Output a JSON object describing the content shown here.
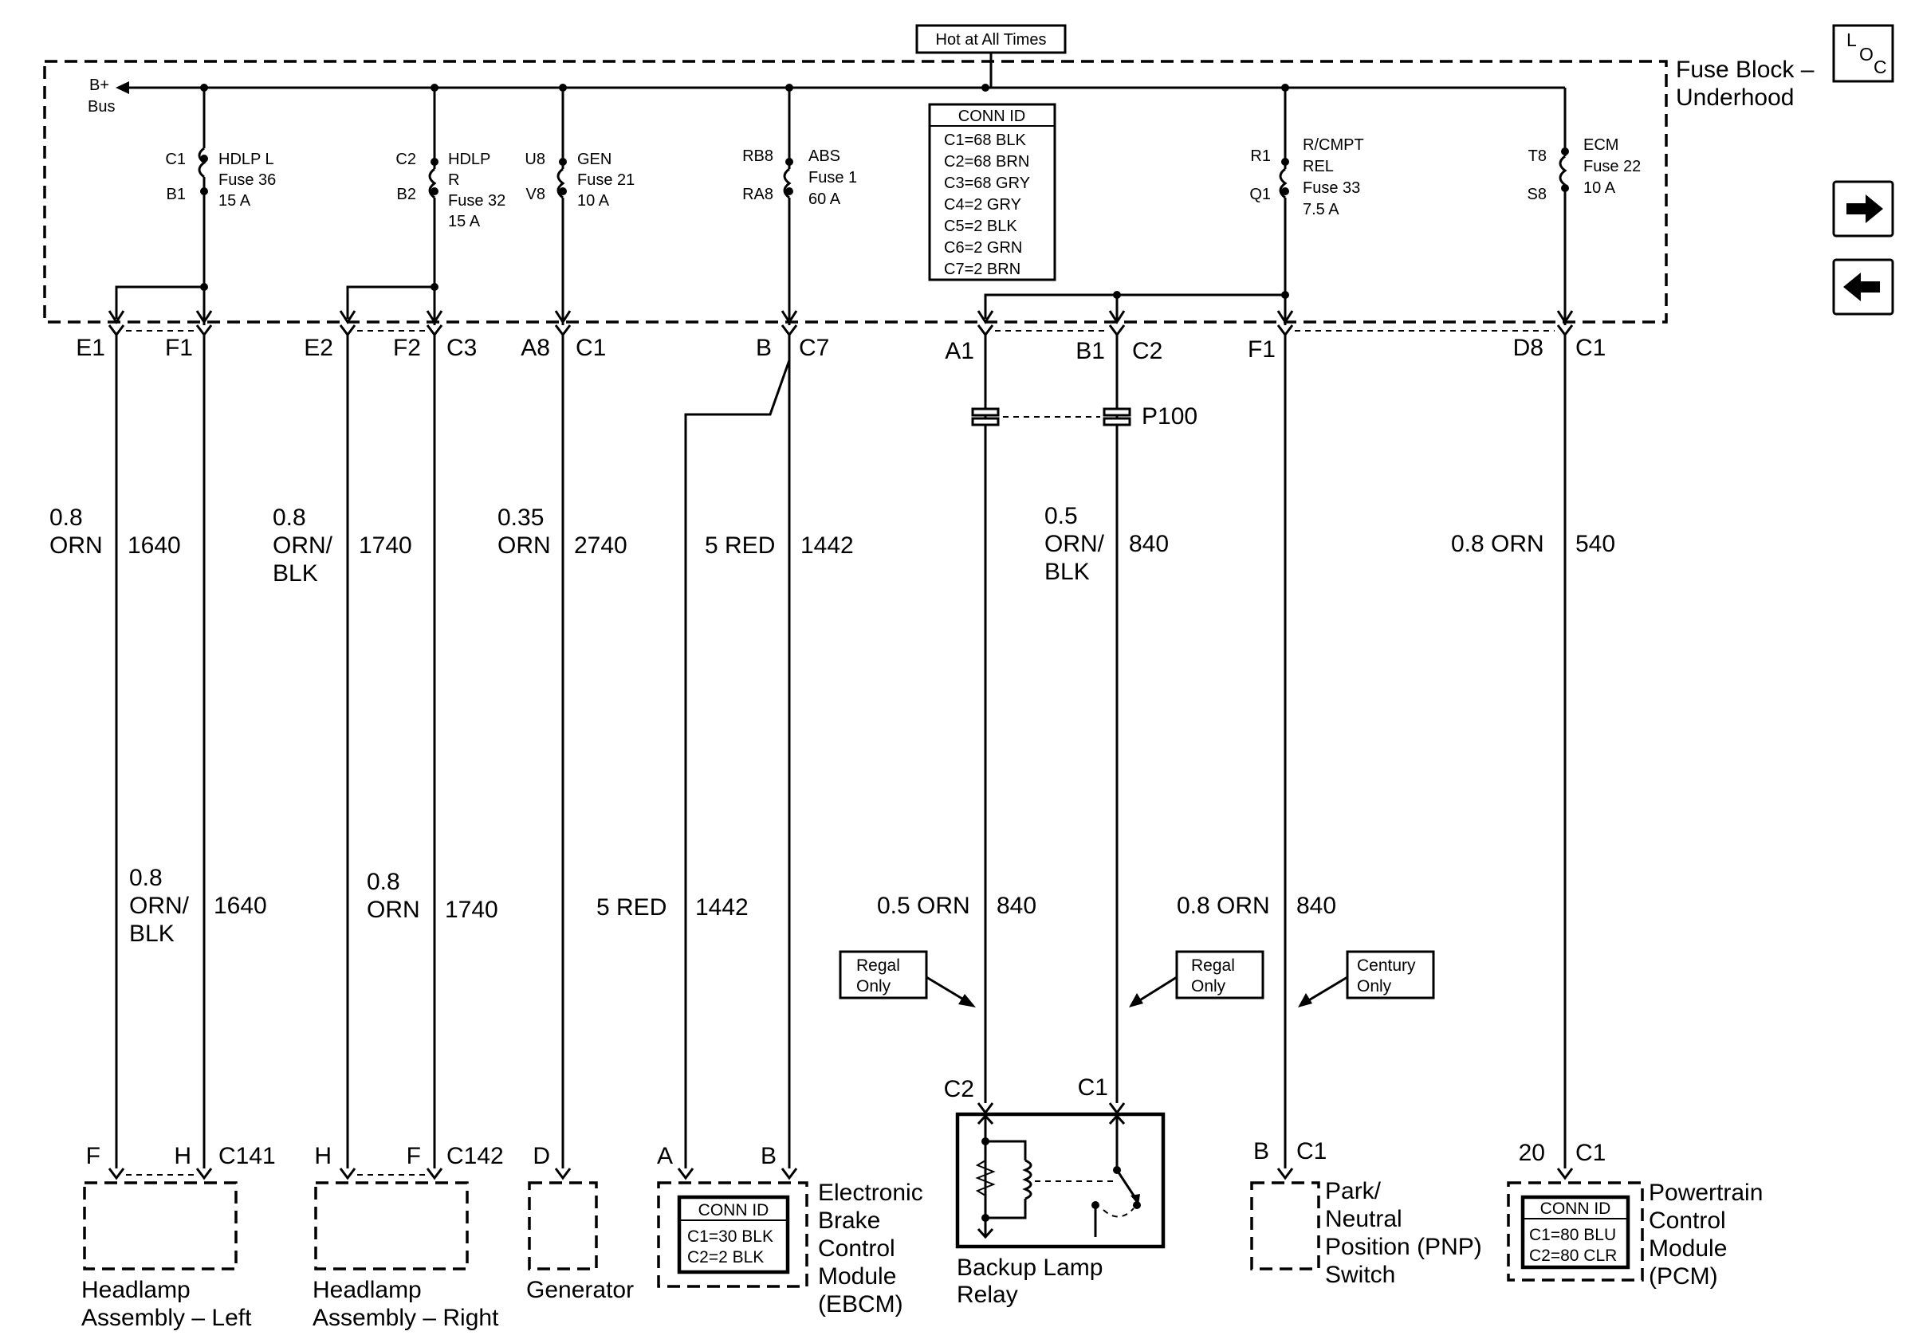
{
  "header": {
    "hot_label": "Hot at All Times",
    "fuse_block": [
      "Fuse Block –",
      "Underhood"
    ],
    "bus": [
      "B+",
      "Bus"
    ]
  },
  "loc_button": {
    "l": "L",
    "o": "O",
    "c": "C"
  },
  "nav": {
    "next_icon": "right-arrow-icon",
    "prev_icon": "left-arrow-icon"
  },
  "fuses": [
    {
      "top": "C1",
      "bottom": "B1",
      "label": [
        "HDLP L",
        "Fuse 36",
        "15 A"
      ]
    },
    {
      "top": "C2",
      "bottom": "B2",
      "label": [
        "HDLP",
        "R",
        "Fuse 32",
        "15 A"
      ]
    },
    {
      "top": "U8",
      "bottom": "V8",
      "label": [
        "GEN",
        "Fuse 21",
        "10 A"
      ]
    },
    {
      "top": "RB8",
      "bottom": "RA8",
      "label": [
        "ABS",
        "Fuse 1",
        "60 A"
      ]
    },
    {
      "top": "R1",
      "bottom": "Q1",
      "label": [
        "R/CMPT",
        "REL",
        "Fuse 33",
        "7.5 A"
      ]
    },
    {
      "top": "T8",
      "bottom": "S8",
      "label": [
        "ECM",
        "Fuse 22",
        "10 A"
      ]
    }
  ],
  "conn_fuse_block": {
    "title": "CONN ID",
    "rows": [
      "C1=68 BLK",
      "C2=68 BRN",
      "C3=68 GRY",
      "C4=2 GRY",
      "C5=2 BLK",
      "C6=2 GRN",
      "C7=2 BRN"
    ]
  },
  "pins_top": [
    "E1",
    "F1",
    "E2",
    "F2",
    "C3",
    "A8",
    "C1",
    "B",
    "C7",
    "A1",
    "B1",
    "C2",
    "F1",
    "D8",
    "C1"
  ],
  "splice": "P100",
  "wires_upper": [
    {
      "color": [
        "0.8",
        "ORN"
      ],
      "circuit": "1640"
    },
    {
      "color": [
        "0.8",
        "ORN/",
        "BLK"
      ],
      "circuit": "1740"
    },
    {
      "color": [
        "0.35",
        "ORN"
      ],
      "circuit": "2740"
    },
    {
      "color": [
        "5 RED"
      ],
      "circuit": "1442"
    },
    {
      "color": [
        "0.5",
        "ORN/",
        "BLK"
      ],
      "circuit": "840"
    },
    {
      "color": [
        "0.8 ORN"
      ],
      "circuit": "540"
    }
  ],
  "wires_lower": [
    {
      "color": [
        "0.8",
        "ORN/",
        "BLK"
      ],
      "circuit": "1640"
    },
    {
      "color": [
        "0.8",
        "ORN"
      ],
      "circuit": "1740"
    },
    {
      "color": [
        "5 RED"
      ],
      "circuit": "1442"
    },
    {
      "color": [
        "0.5 ORN"
      ],
      "circuit": "840"
    },
    {
      "color": [
        "0.8 ORN"
      ],
      "circuit": "840"
    }
  ],
  "notes": [
    {
      "text": [
        "Regal",
        "Only"
      ]
    },
    {
      "text": [
        "Regal",
        "Only"
      ]
    },
    {
      "text": [
        "Century",
        "Only"
      ]
    }
  ],
  "relay": {
    "pin_left": "C2",
    "pin_right": "C1",
    "label": [
      "Backup Lamp",
      "Relay"
    ]
  },
  "components": {
    "headlamp_left": {
      "pins": [
        "F",
        "H"
      ],
      "conn": "C141",
      "label": [
        "Headlamp",
        "Assembly – Left"
      ]
    },
    "headlamp_right": {
      "pins": [
        "H",
        "F"
      ],
      "conn": "C142",
      "label": [
        "Headlamp",
        "Assembly – Right"
      ]
    },
    "generator": {
      "pins": [
        "D"
      ],
      "label": [
        "Generator"
      ]
    },
    "ebcm": {
      "pins": [
        "A",
        "B"
      ],
      "label": [
        "Electronic",
        "Brake",
        "Control",
        "Module",
        "(EBCM)"
      ],
      "conn_title": "CONN ID",
      "conn_rows": [
        "C1=30 BLK",
        "C2=2 BLK"
      ]
    },
    "pnp": {
      "pins": [
        "B",
        "C1"
      ],
      "label": [
        "Park/",
        "Neutral",
        "Position (PNP)",
        "Switch"
      ]
    },
    "pcm": {
      "pins": [
        "20",
        "C1"
      ],
      "label": [
        "Powertrain",
        "Control",
        "Module",
        "(PCM)"
      ],
      "conn_title": "CONN ID",
      "conn_rows": [
        "C1=80 BLU",
        "C2=80 CLR"
      ]
    }
  }
}
